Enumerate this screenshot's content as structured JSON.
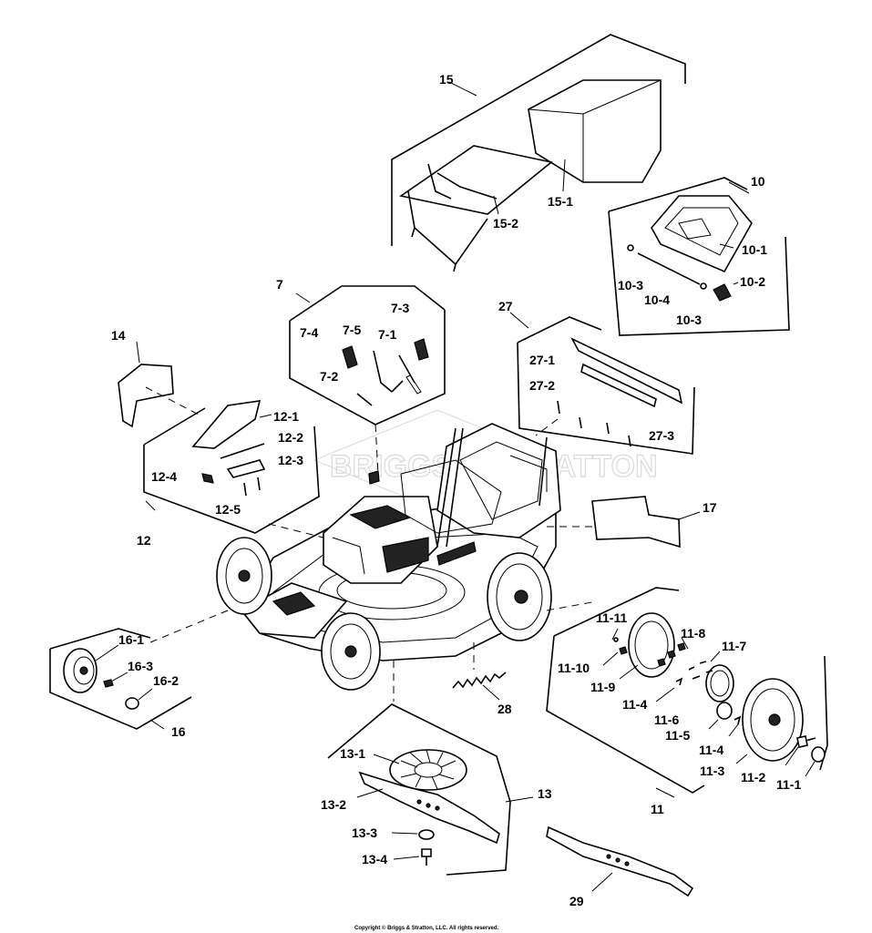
{
  "callouts": [
    {
      "id": "l15",
      "text": "15"
    },
    {
      "id": "l15-1",
      "text": "15-1"
    },
    {
      "id": "l15-2",
      "text": "15-2"
    },
    {
      "id": "l10",
      "text": "10"
    },
    {
      "id": "l10-1",
      "text": "10-1"
    },
    {
      "id": "l10-2",
      "text": "10-2"
    },
    {
      "id": "l10-3a",
      "text": "10-3"
    },
    {
      "id": "l10-3b",
      "text": "10-3"
    },
    {
      "id": "l10-4",
      "text": "10-4"
    },
    {
      "id": "l7",
      "text": "7"
    },
    {
      "id": "l7-1",
      "text": "7-1"
    },
    {
      "id": "l7-2",
      "text": "7-2"
    },
    {
      "id": "l7-3",
      "text": "7-3"
    },
    {
      "id": "l7-4",
      "text": "7-4"
    },
    {
      "id": "l7-5",
      "text": "7-5"
    },
    {
      "id": "l27",
      "text": "27"
    },
    {
      "id": "l27-1",
      "text": "27-1"
    },
    {
      "id": "l27-2",
      "text": "27-2"
    },
    {
      "id": "l27-3",
      "text": "27-3"
    },
    {
      "id": "l14",
      "text": "14"
    },
    {
      "id": "l12",
      "text": "12"
    },
    {
      "id": "l12-1",
      "text": "12-1"
    },
    {
      "id": "l12-2",
      "text": "12-2"
    },
    {
      "id": "l12-3",
      "text": "12-3"
    },
    {
      "id": "l12-4",
      "text": "12-4"
    },
    {
      "id": "l12-5",
      "text": "12-5"
    },
    {
      "id": "l17",
      "text": "17"
    },
    {
      "id": "l16",
      "text": "16"
    },
    {
      "id": "l16-1",
      "text": "16-1"
    },
    {
      "id": "l16-2",
      "text": "16-2"
    },
    {
      "id": "l16-3",
      "text": "16-3"
    },
    {
      "id": "l28",
      "text": "28"
    },
    {
      "id": "l11",
      "text": "11"
    },
    {
      "id": "l11-1",
      "text": "11-1"
    },
    {
      "id": "l11-2",
      "text": "11-2"
    },
    {
      "id": "l11-3",
      "text": "11-3"
    },
    {
      "id": "l11-4a",
      "text": "11-4"
    },
    {
      "id": "l11-4b",
      "text": "11-4"
    },
    {
      "id": "l11-5",
      "text": "11-5"
    },
    {
      "id": "l11-6",
      "text": "11-6"
    },
    {
      "id": "l11-7",
      "text": "11-7"
    },
    {
      "id": "l11-8",
      "text": "11-8"
    },
    {
      "id": "l11-9",
      "text": "11-9"
    },
    {
      "id": "l11-10",
      "text": "11-10"
    },
    {
      "id": "l11-11",
      "text": "11-11"
    },
    {
      "id": "l13",
      "text": "13"
    },
    {
      "id": "l13-1",
      "text": "13-1"
    },
    {
      "id": "l13-2",
      "text": "13-2"
    },
    {
      "id": "l13-3",
      "text": "13-3"
    },
    {
      "id": "l13-4",
      "text": "13-4"
    },
    {
      "id": "l29",
      "text": "29"
    }
  ],
  "watermark": "BRIGGS & STRATTON",
  "copyright": "Copyright © Briggs & Stratton, LLC. All rights reserved."
}
